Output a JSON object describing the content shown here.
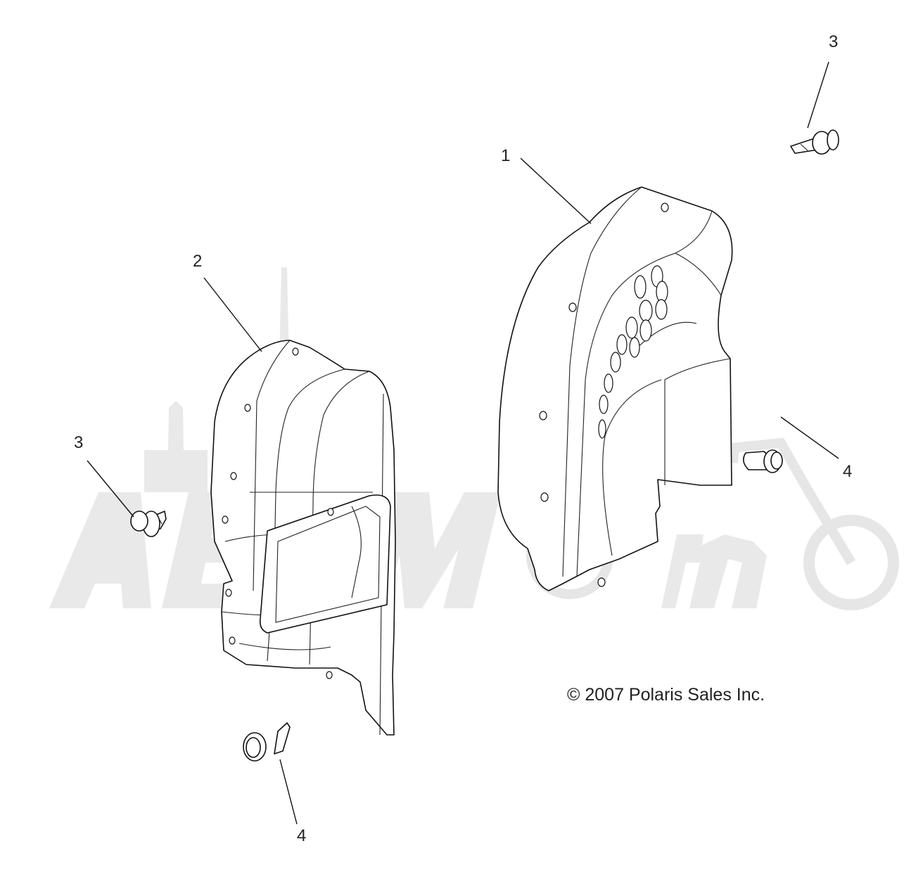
{
  "callouts": [
    {
      "id": "1",
      "label": "1"
    },
    {
      "id": "2",
      "label": "2"
    },
    {
      "id": "3a",
      "label": "3"
    },
    {
      "id": "3b",
      "label": "3"
    },
    {
      "id": "4a",
      "label": "4"
    },
    {
      "id": "4b",
      "label": "4"
    }
  ],
  "copyright": "© 2007  Polaris Sales Inc.",
  "watermark": {
    "icon": "motorcycle-watermark-icon",
    "color": "#e9e9e9"
  }
}
